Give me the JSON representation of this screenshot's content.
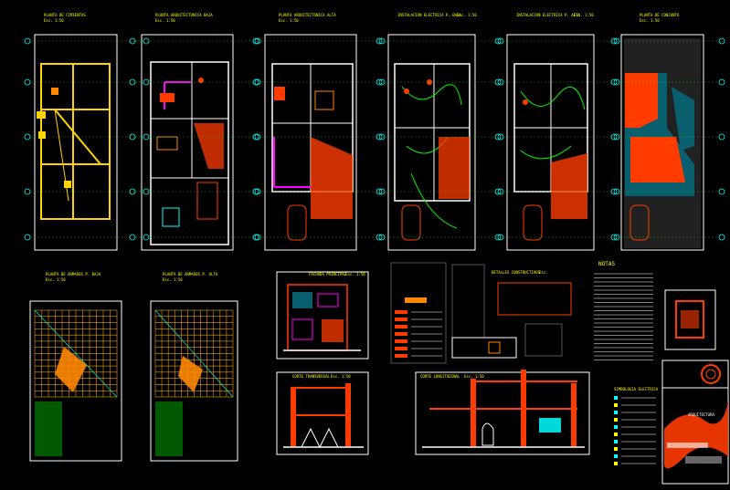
{
  "drawing": {
    "background": "#000000",
    "colors": {
      "wall": "#ffffff",
      "dimension": "#00ff00",
      "axis": "#00ffff",
      "title": "#ffff00",
      "hatch_red": "#ff3b00",
      "cyan_fill": "#0a5f6e",
      "magenta": "#ff00ff",
      "orange": "#ff8800"
    },
    "top_row_titles": [
      {
        "title": "PLANTA DE CIMIENTOS",
        "scale": "Esc. 1:50"
      },
      {
        "title": "PLANTA ARQUITECTONICA BAJA",
        "scale": "Esc. 1:50"
      },
      {
        "title": "PLANTA ARQUITECTONICA ALTA",
        "scale": "Esc. 1:50"
      },
      {
        "title": "INSTALACION ELECTRICA P. BAJA",
        "scale": "Esc. 1:50"
      },
      {
        "title": "INSTALACION ELECTRICA P. ALTA",
        "scale": "Esc. 1:50"
      },
      {
        "title": "PLANTA DE CONJUNTO",
        "scale": "Esc. 1:50"
      }
    ],
    "bottom_row_titles": [
      {
        "title": "PLANTA DE ARMADOS P. BAJA",
        "scale": "Esc. 1:50"
      },
      {
        "title": "PLANTA DE ARMADOS P. ALTA",
        "scale": "Esc. 1:50"
      },
      {
        "title": "FACHADA PRINCIPAL",
        "scale": "Esc. 1:50"
      },
      {
        "title": "DETALLES CONSTRUCTIVOS",
        "scale": "Esc."
      },
      {
        "title": "NOTAS",
        "scale": ""
      }
    ],
    "section_titles": [
      {
        "title": "CORTE TRANSVERSAL",
        "scale": "Esc. 1:50"
      },
      {
        "title": "CORTE LONGITUDINAL",
        "scale": "Esc. 1:50"
      }
    ],
    "legend_title": "SIMBOLOGIA ELECTRICA",
    "title_block": {
      "label": "ARQUITECTURA"
    }
  }
}
